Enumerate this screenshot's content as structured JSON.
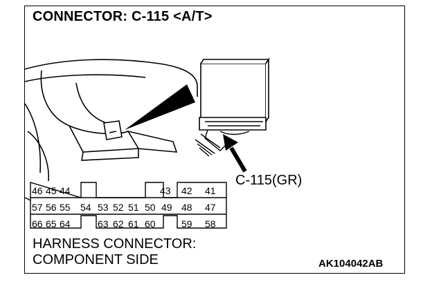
{
  "title": "CONNECTOR: C-115 <A/T>",
  "connector_label": "C-115(GR)",
  "caption": {
    "line1": "HARNESS CONNECTOR:",
    "line2": "COMPONENT SIDE"
  },
  "figure_code": "AK104042AB",
  "connector": {
    "rows": [
      [
        "46",
        "45",
        "44",
        "43",
        "42",
        "41"
      ],
      [
        "57",
        "56",
        "55",
        "54",
        "53",
        "52",
        "51",
        "50",
        "49",
        "48",
        "47"
      ],
      [
        "66",
        "65",
        "64",
        "63",
        "62",
        "61",
        "60",
        "59",
        "58"
      ]
    ]
  }
}
